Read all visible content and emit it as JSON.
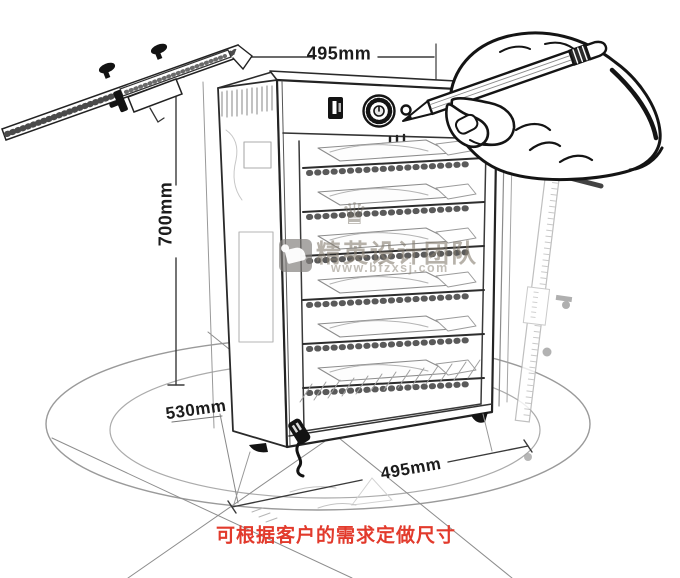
{
  "dimensions": {
    "top_width": "495mm",
    "height": "700mm",
    "depth": "530mm",
    "bottom_width": "495mm"
  },
  "note": {
    "text": "可根据客户的需求定做尺寸",
    "color": "#e23a2c"
  },
  "watermark": {
    "crown": "♛",
    "team_name": "精英设计团队",
    "url": "www.bfzxsj.com",
    "color": "#877e70"
  },
  "ink_color": "#1a1a1a",
  "background": "#ffffff"
}
